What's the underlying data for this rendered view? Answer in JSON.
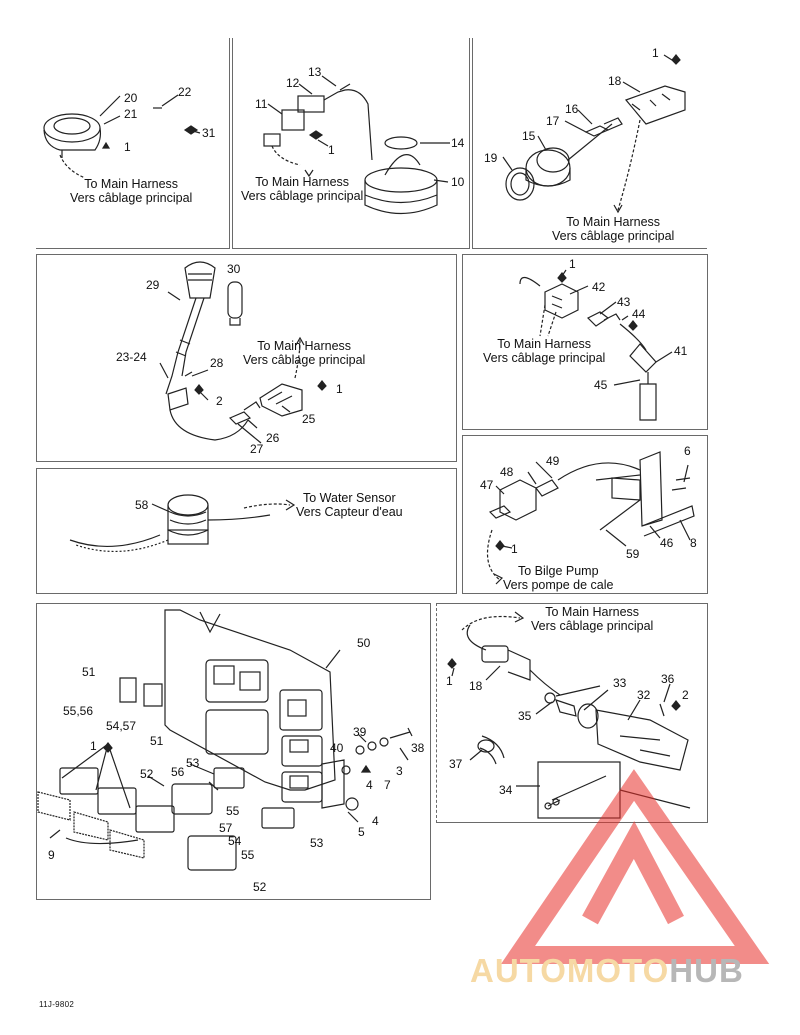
{
  "callouts": {
    "p1": [
      "20",
      "21",
      "22",
      "1",
      "31"
    ],
    "p2": [
      "13",
      "12",
      "11",
      "1",
      "14",
      "10"
    ],
    "p3": [
      "1",
      "18",
      "16",
      "17",
      "15",
      "19"
    ],
    "p4": [
      "30",
      "29",
      "28",
      "23-24",
      "2",
      "1",
      "25",
      "26",
      "27"
    ],
    "p5": [
      "1",
      "42",
      "43",
      "44",
      "41",
      "45"
    ],
    "p6": [
      "58"
    ],
    "p7": [
      "49",
      "6",
      "48",
      "47",
      "1",
      "59",
      "46",
      "8"
    ],
    "p8": [
      "50",
      "51",
      "55,56",
      "54,57",
      "51",
      "1",
      "52",
      "56",
      "53",
      "55",
      "39",
      "38",
      "40",
      "3",
      "4",
      "7",
      "57",
      "54",
      "55",
      "53",
      "4",
      "5",
      "9",
      "52"
    ],
    "p9": [
      "33",
      "36",
      "32",
      "2",
      "1",
      "18",
      "35",
      "37",
      "34"
    ]
  },
  "destinations": {
    "main_harness": {
      "en": "To Main Harness",
      "fr": "Vers câblage principal"
    },
    "water_sensor": {
      "en": "To Water Sensor",
      "fr": "Vers Capteur d'eau"
    },
    "bilge_pump": {
      "en": "To Bilge Pump",
      "fr": "Vers pompe de cale"
    }
  },
  "doc_ref": "11J-9802",
  "watermark": {
    "part_a": "AUTOMOTO",
    "part_b": "HUB",
    "colors": {
      "triangle": "#e8302a",
      "text_a": "#f6d9a4",
      "text_b": "#b7b7b7"
    }
  },
  "icon_names": [
    "nut-icon",
    "screw-icon",
    "connector-icon",
    "bilge-pump-icon",
    "harness-icon",
    "ecu-module-icon",
    "watermark-logo"
  ]
}
